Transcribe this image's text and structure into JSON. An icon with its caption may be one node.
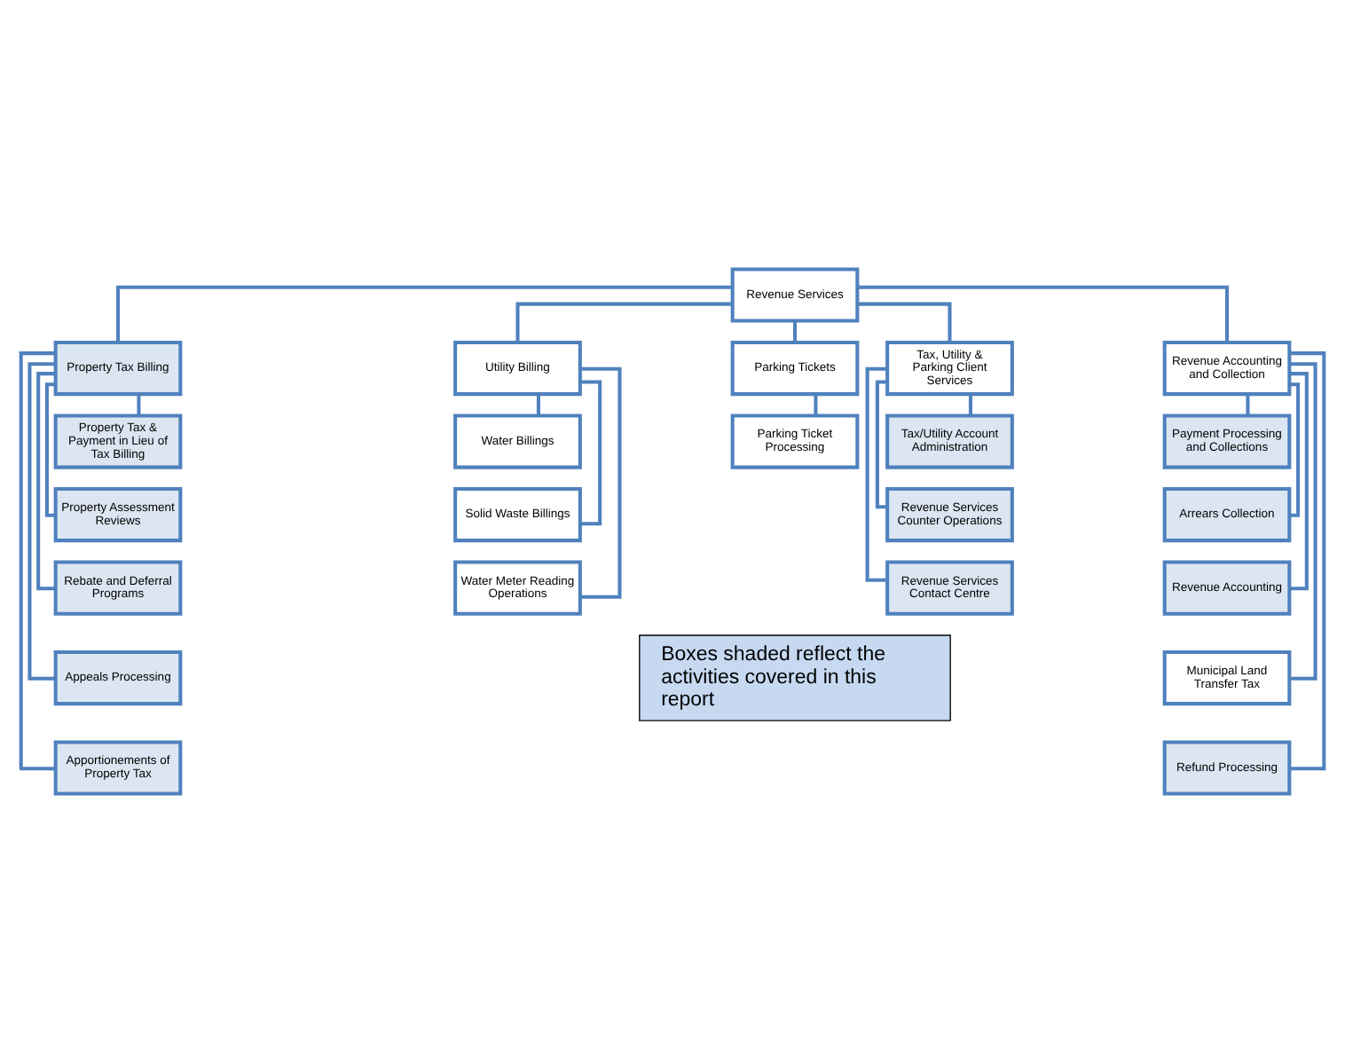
{
  "diagram": {
    "nodes": [
      {
        "text": [
          "Revenue Services"
        ]
      },
      {
        "text": [
          "Property Tax Billing"
        ]
      },
      {
        "text": [
          "Utility Billing"
        ]
      },
      {
        "text": [
          "Parking Tickets"
        ]
      },
      {
        "text": [
          "Tax, Utility & Parking Client Services"
        ]
      },
      {
        "text": [
          "Revenue Accounting and Collection"
        ]
      },
      {
        "text": [
          "Property Tax & Payment in Lieu of Tax Billing"
        ]
      },
      {
        "text": [
          "Property Assessment Reviews"
        ]
      },
      {
        "text": [
          "Rebate and Deferral Programs"
        ]
      },
      {
        "text": [
          "Appeals Processing"
        ]
      },
      {
        "text": [
          "Apportionements of Property Tax"
        ]
      },
      {
        "text": [
          "Water Billings"
        ]
      },
      {
        "text": [
          "Solid Waste Billings"
        ]
      },
      {
        "text": [
          "Water Meter Reading Operations"
        ]
      },
      {
        "text": [
          "Parking Ticket Processing"
        ]
      },
      {
        "text": [
          "Tax/Utility Account Administration"
        ]
      },
      {
        "text": [
          "Revenue Services Counter Operations"
        ]
      },
      {
        "text": [
          "Revenue Services Contact Centre"
        ]
      },
      {
        "text": [
          "Payment Processing and Collections"
        ]
      },
      {
        "text": [
          "Arrears Collection"
        ]
      },
      {
        "text": [
          "Revenue Accounting"
        ]
      },
      {
        "text": [
          "Municipal Land Transfer Tax"
        ]
      },
      {
        "text": [
          "Refund Processing"
        ]
      },
      {
        "text": [
          "Boxes shaded reflect the activities covered in this report"
        ]
      }
    ],
    "edges": [
      {
        "from": 0,
        "to": 1,
        "arrow": "none"
      },
      {
        "from": 0,
        "to": 2,
        "arrow": "none"
      },
      {
        "from": 0,
        "to": 3,
        "arrow": "none"
      },
      {
        "from": 0,
        "to": 4,
        "arrow": "none"
      },
      {
        "from": 0,
        "to": 5,
        "arrow": "none"
      },
      {
        "from": 1,
        "to": 6,
        "arrow": "none"
      },
      {
        "from": 1,
        "to": 7,
        "arrow": "none"
      },
      {
        "from": 1,
        "to": 8,
        "arrow": "none"
      },
      {
        "from": 1,
        "to": 9,
        "arrow": "none"
      },
      {
        "from": 1,
        "to": 10,
        "arrow": "none"
      },
      {
        "from": 2,
        "to": 11,
        "arrow": "none"
      },
      {
        "from": 2,
        "to": 12,
        "arrow": "none"
      },
      {
        "from": 2,
        "to": 13,
        "arrow": "none"
      },
      {
        "from": 3,
        "to": 14,
        "arrow": "none"
      },
      {
        "from": 4,
        "to": 15,
        "arrow": "none"
      },
      {
        "from": 4,
        "to": 16,
        "arrow": "none"
      },
      {
        "from": 4,
        "to": 17,
        "arrow": "none"
      },
      {
        "from": 5,
        "to": 18,
        "arrow": "none"
      },
      {
        "from": 5,
        "to": 19,
        "arrow": "none"
      },
      {
        "from": 5,
        "to": 20,
        "arrow": "none"
      },
      {
        "from": 5,
        "to": 21,
        "arrow": "none"
      },
      {
        "from": 5,
        "to": 22,
        "arrow": "none"
      }
    ]
  }
}
